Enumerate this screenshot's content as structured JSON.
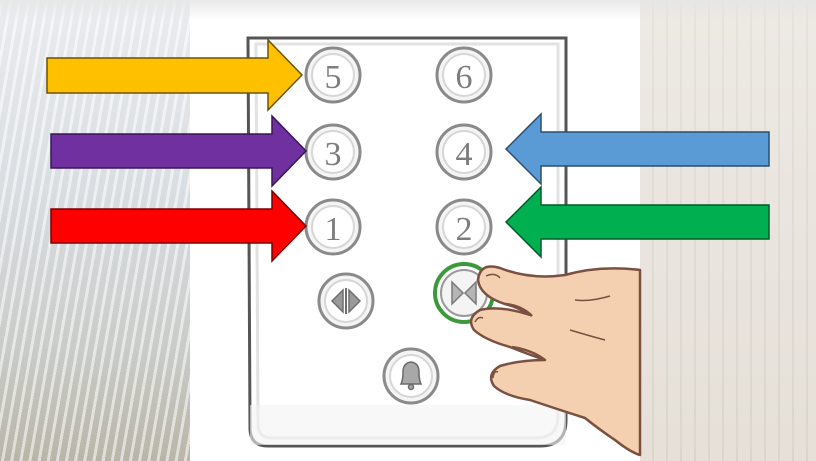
{
  "image": {
    "description_free": true
  },
  "panel": {
    "buttons": [
      {
        "name": "button-5",
        "label": "5"
      },
      {
        "name": "button-6",
        "label": "6"
      },
      {
        "name": "button-3",
        "label": "3"
      },
      {
        "name": "button-4",
        "label": "4"
      },
      {
        "name": "button-1",
        "label": "1"
      },
      {
        "name": "button-2",
        "label": "2"
      }
    ],
    "icons": [
      "door-open-icon",
      "door-close-icon",
      "alarm-bell-icon"
    ]
  },
  "arrows": [
    {
      "name": "yellow-arrow",
      "color": "#FFC000",
      "points_to": "5"
    },
    {
      "name": "purple-arrow",
      "color": "#7030A0",
      "points_to": "3"
    },
    {
      "name": "red-arrow",
      "color": "#FF0000",
      "points_to": "1"
    },
    {
      "name": "blue-arrow",
      "color": "#5B9BD5",
      "points_to": "4"
    },
    {
      "name": "green-arrow",
      "color": "#00B050",
      "points_to": "2"
    }
  ],
  "colors": {
    "highlight_ring": "#3a9a3a",
    "panel_outline": "#555555",
    "hand_skin": "#f4cfb0",
    "hand_outline": "#7a5040"
  }
}
